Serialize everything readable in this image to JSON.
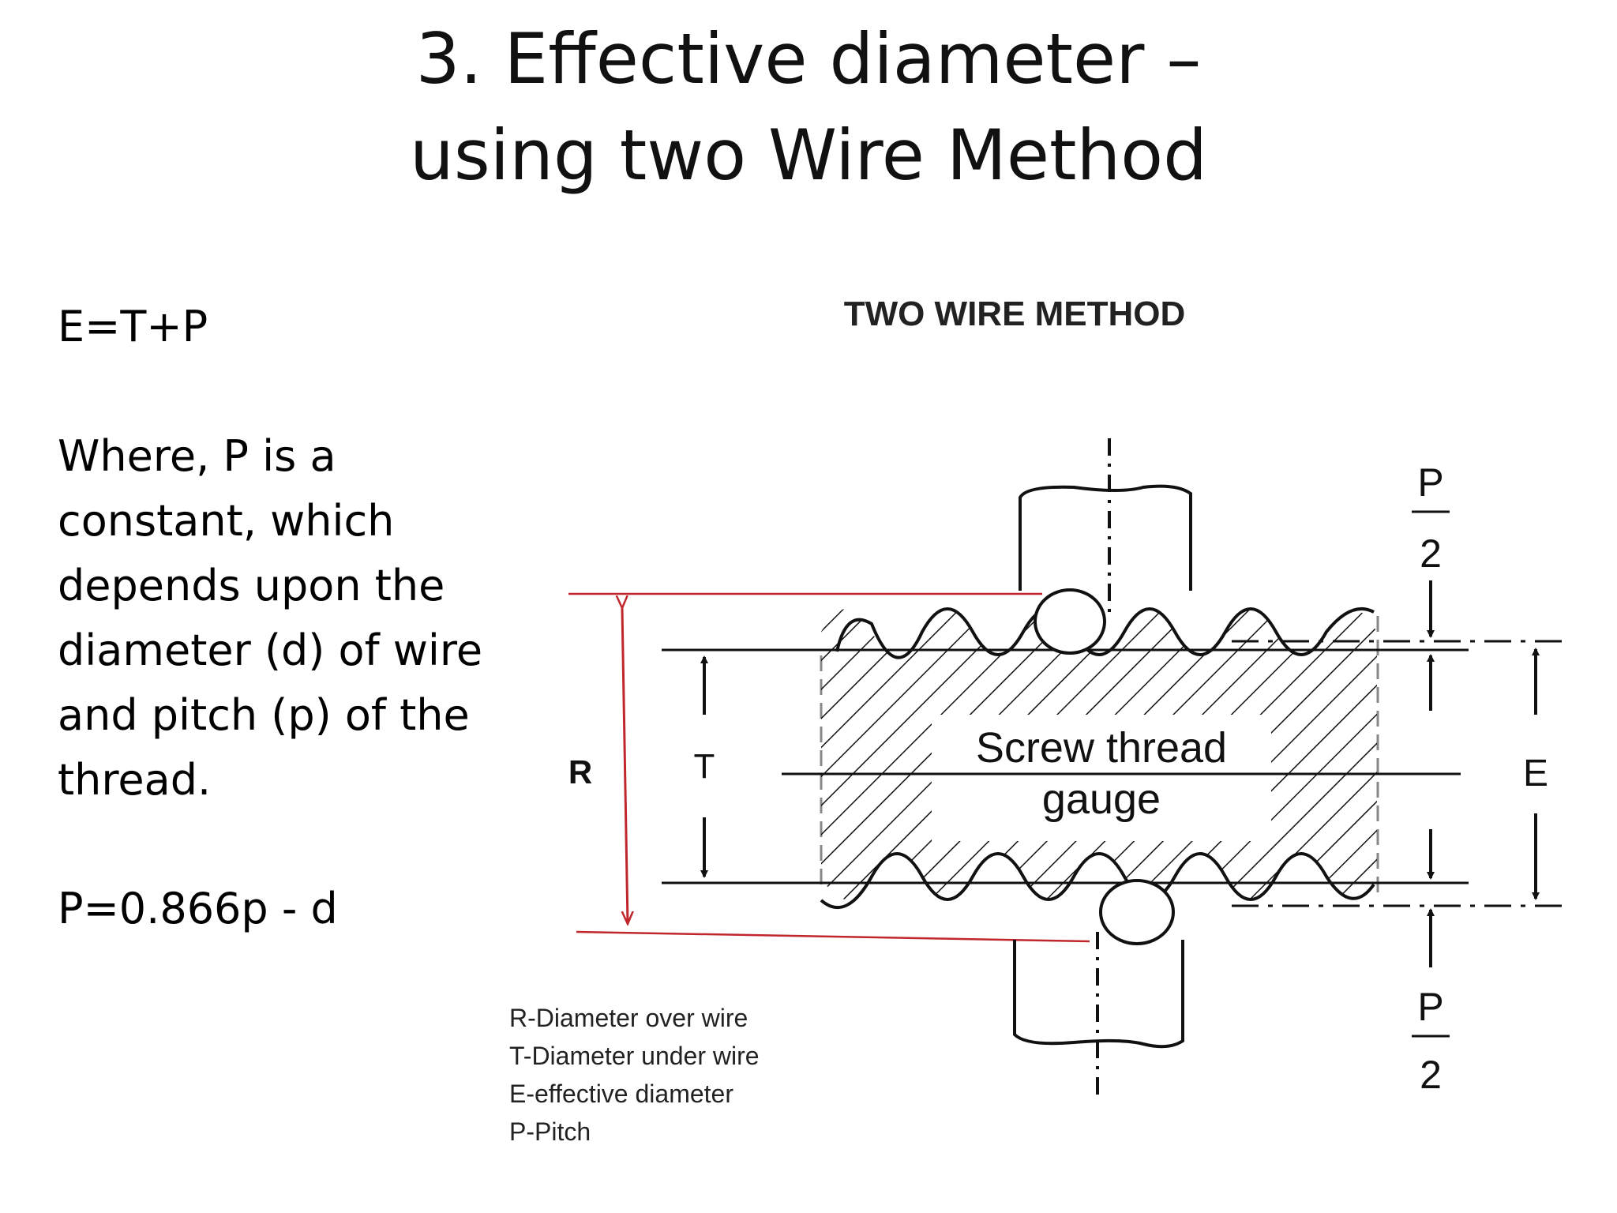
{
  "title": {
    "line1": "3. Effective diameter –",
    "line2": "using two Wire Method"
  },
  "left_text": {
    "formula_effective": "E=T+P",
    "explanation": "Where, P is a constant, which depends upon the diameter (d) of wire and pitch (p) of the thread.",
    "formula_constant": "P=0.866p - d"
  },
  "diagram": {
    "heading": "TWO WIRE METHOD",
    "gauge_label_line1": "Screw thread",
    "gauge_label_line2": "gauge",
    "label_R": "R",
    "label_T": "T",
    "label_E": "E",
    "fraction_top": {
      "numerator": "P",
      "denominator": "2"
    },
    "fraction_bottom": {
      "numerator": "P",
      "denominator": "2"
    },
    "legend": [
      "R-Diameter over wire",
      "T-Diameter under wire",
      "E-effective diameter",
      "P-Pitch"
    ],
    "colors": {
      "red_line": "#c0272d",
      "ink": "#111111"
    }
  }
}
